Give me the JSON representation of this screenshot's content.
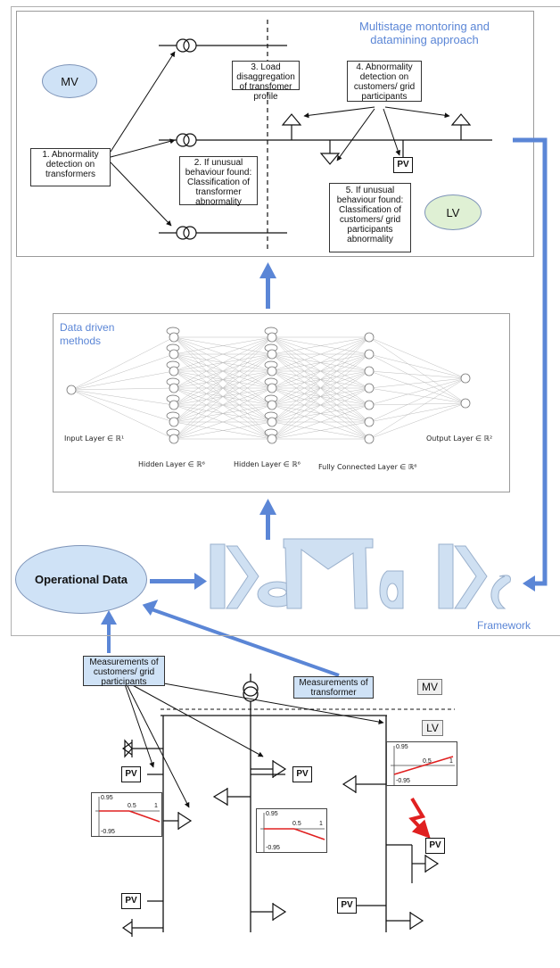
{
  "top_panel": {
    "title": "Multistage montoring and datamining approach",
    "mv_label": "MV",
    "lv_label": "LV",
    "step1": "1. Abnormality detection on transformers",
    "step2": "2. If unusual behaviour found: Classification of transformer abnormality",
    "step3": "3. Load disaggregation of transfomer profile",
    "step4": "4. Abnormality detection on customers/ grid participants",
    "step5": "5. If unusual behaviour found: Classification of customers/ grid participants abnormality",
    "pv_label": "PV"
  },
  "nn_panel": {
    "title": "Data driven methods",
    "input_layer": "Input Layer ∈ ℝ¹",
    "hidden1": "Hidden Layer ∈ ℝ⁶",
    "hidden2": "Hidden Layer ∈ ℝ⁶",
    "fully_connected": "Fully Connected Layer ∈ ℝ⁶",
    "output_layer": "Output Layer ∈ ℝ²"
  },
  "framework": {
    "operational_data": "Operational Data",
    "label": "Framework"
  },
  "grid_panel": {
    "meas_customers": "Measurements of customers/ grid participants",
    "meas_transformer": "Measurements of transformer",
    "mv_label": "MV",
    "lv_label": "LV",
    "pv_label": "PV",
    "plot_labels": {
      "top": "0.95",
      "bottom": "-0.95",
      "mid": "0.5",
      "end": "1"
    }
  },
  "colors": {
    "arrow": "#5b86d6",
    "accent_blue": "#5b86d6",
    "red": "#e02020",
    "ellipse_fill": "#cfe2f6"
  }
}
